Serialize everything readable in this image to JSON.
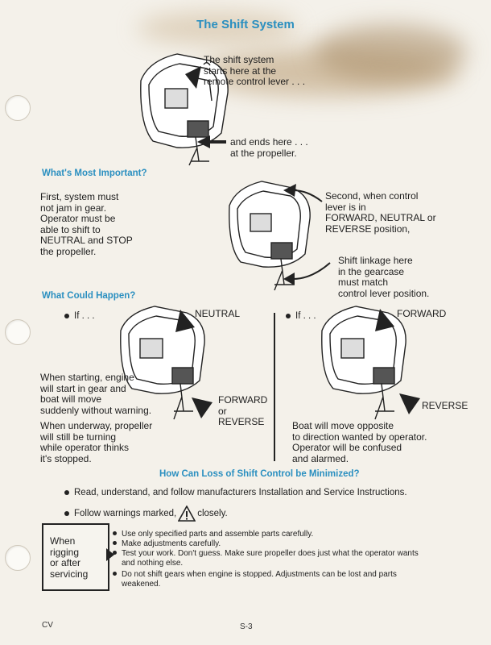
{
  "title": "The Shift System",
  "top": {
    "callout_1": [
      "The shift system",
      "starts here at the",
      "remote control lever . . ."
    ],
    "callout_2": [
      "and ends here . . .",
      "at the propeller."
    ]
  },
  "important": {
    "heading": "What's Most Important?",
    "text": [
      "First, system must",
      "not jam in gear.",
      "Operator must be",
      "able to shift to",
      "NEUTRAL and STOP",
      "the propeller."
    ],
    "callout_lever": [
      "Second, when control",
      "lever is in",
      "FORWARD, NEUTRAL or",
      "REVERSE position,"
    ],
    "callout_gear": [
      "Shift linkage here",
      "in the gearcase",
      "must match",
      "control lever position."
    ]
  },
  "happen": {
    "heading": "What Could Happen?",
    "left": {
      "if": "If . . .",
      "neutral": "NEUTRAL",
      "forward": [
        "FORWARD",
        "or",
        "REVERSE"
      ],
      "text1": [
        "When starting, engine",
        "will start in gear and",
        "boat will move",
        "suddenly without warning."
      ],
      "text2": [
        "When underway, propeller",
        "will still be turning",
        "while operator thinks",
        "it's stopped."
      ]
    },
    "right": {
      "if": "If . . .",
      "forward": "FORWARD",
      "reverse": "REVERSE",
      "text": [
        "Boat will move opposite",
        "to direction wanted by operator.",
        "Operator will be confused",
        "and alarmed."
      ]
    }
  },
  "minimize": {
    "heading": "How Can Loss of Shift Control be Minimized?",
    "bullet1": "Read, understand, and follow manufacturers Installation and Service Instructions.",
    "bullet2_before": "Follow warnings marked,",
    "bullet2_after": "closely.",
    "box": [
      "When",
      "rigging",
      "or after",
      "servicing"
    ],
    "items": [
      "Use only specified parts and assemble parts carefully.",
      "Make adjustments carefully.",
      "Test your work. Don't guess. Make sure propeller does just what the operator wants",
      "and nothing else.",
      "Do not shift gears when engine is stopped. Adjustments can be lost and parts",
      "weakened."
    ]
  },
  "footer": {
    "left": "CV",
    "page": "S-3"
  },
  "colors": {
    "heading": "#2a8fc0",
    "text": "#1e1e1e",
    "paper": "#f4f1ea"
  },
  "icons": [
    "warning-triangle-icon",
    "arrow-icon",
    "boat-illustration"
  ]
}
